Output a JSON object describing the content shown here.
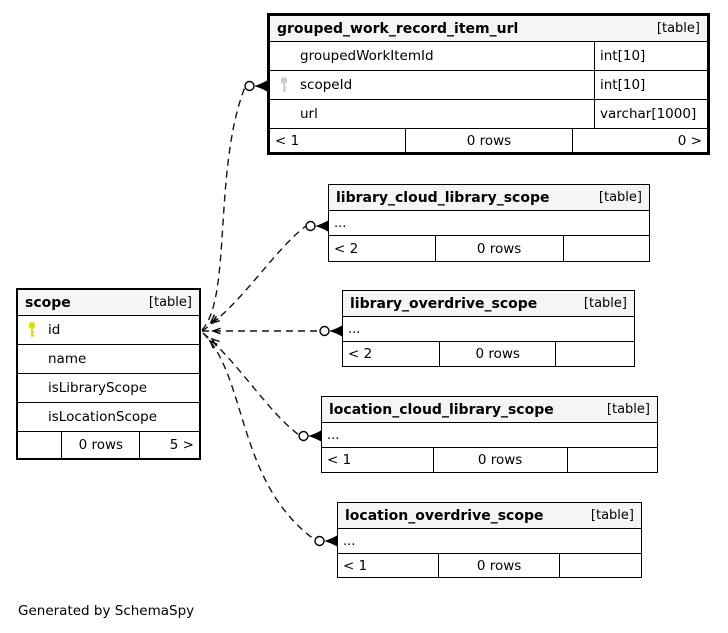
{
  "diagram": {
    "generator_note": "Generated by SchemaSpy",
    "colors": {
      "header_bg": "#f5f5f5",
      "border": "#000000",
      "line": "#141414",
      "pk_key_fill": "#dede00",
      "pk_key_stroke": "#a8a800",
      "fk_key_fill": "#cccccc",
      "fk_key_stroke": "#aaaaaa"
    },
    "tables": {
      "grouped_work_record_item_url": {
        "title": "grouped_work_record_item_url",
        "badge": "[table]",
        "columns": [
          {
            "name": "groupedWorkItemId",
            "type": "int[10]",
            "key": ""
          },
          {
            "name": "scopeId",
            "type": "int[10]",
            "key": "foreign-key"
          },
          {
            "name": "url",
            "type": "varchar[1000]",
            "key": ""
          }
        ],
        "footer": {
          "left": "< 1",
          "center": "0 rows",
          "right": "0 >"
        }
      },
      "scope": {
        "title": "scope",
        "badge": "[table]",
        "columns": [
          {
            "name": "id",
            "key": "primary-key"
          },
          {
            "name": "name",
            "key": ""
          },
          {
            "name": "isLibraryScope",
            "key": ""
          },
          {
            "name": "isLocationScope",
            "key": ""
          }
        ],
        "footer": {
          "left": "",
          "center": "0 rows",
          "right": "5 >"
        }
      },
      "library_cloud_library_scope": {
        "title": "library_cloud_library_scope",
        "badge": "[table]",
        "ellipsis": "...",
        "footer": {
          "left": "< 2",
          "center": "0 rows",
          "right": ""
        }
      },
      "library_overdrive_scope": {
        "title": "library_overdrive_scope",
        "badge": "[table]",
        "ellipsis": "...",
        "footer": {
          "left": "< 2",
          "center": "0 rows",
          "right": ""
        }
      },
      "location_cloud_library_scope": {
        "title": "location_cloud_library_scope",
        "badge": "[table]",
        "ellipsis": "...",
        "footer": {
          "left": "< 1",
          "center": "0 rows",
          "right": ""
        }
      },
      "location_overdrive_scope": {
        "title": "location_overdrive_scope",
        "badge": "[table]",
        "ellipsis": "...",
        "footer": {
          "left": "< 1",
          "center": "0 rows",
          "right": ""
        }
      }
    },
    "relationships": [
      {
        "from": "scope.id",
        "to": "grouped_work_record_item_url.scopeId"
      },
      {
        "from": "scope.id",
        "to": "library_cloud_library_scope"
      },
      {
        "from": "scope.id",
        "to": "library_overdrive_scope"
      },
      {
        "from": "scope.id",
        "to": "location_cloud_library_scope"
      },
      {
        "from": "scope.id",
        "to": "location_overdrive_scope"
      }
    ]
  }
}
